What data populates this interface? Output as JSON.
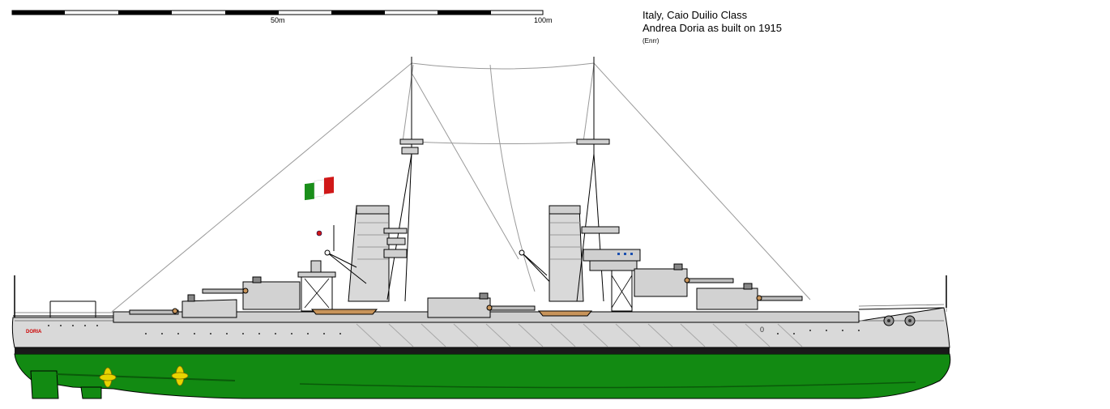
{
  "scale_bar": {
    "labels": {
      "mid": "50m",
      "end": "100m"
    }
  },
  "title_block": {
    "line1": "Italy, Caio Duilio Class",
    "line2": "Andrea Doria as built on 1915",
    "credit": "(Enrr)"
  },
  "ship": {
    "hull_name": "DORIA",
    "draft_mark": "0"
  },
  "colors": {
    "hull_grey": "#d9d9d9",
    "underwater_green": "#128a12",
    "boot_topping": "#1a1a1a",
    "outline": "#000000",
    "propeller_yellow": "#e8d400",
    "boat_wood": "#c8945a",
    "flag_green": "#1a8f1a",
    "flag_white": "#ffffff",
    "flag_red": "#d01818",
    "hull_name_red": "#cc0000"
  },
  "icons": [
    "scale-bar-icon",
    "flag-icon",
    "propeller-icon",
    "anchor-icon"
  ]
}
